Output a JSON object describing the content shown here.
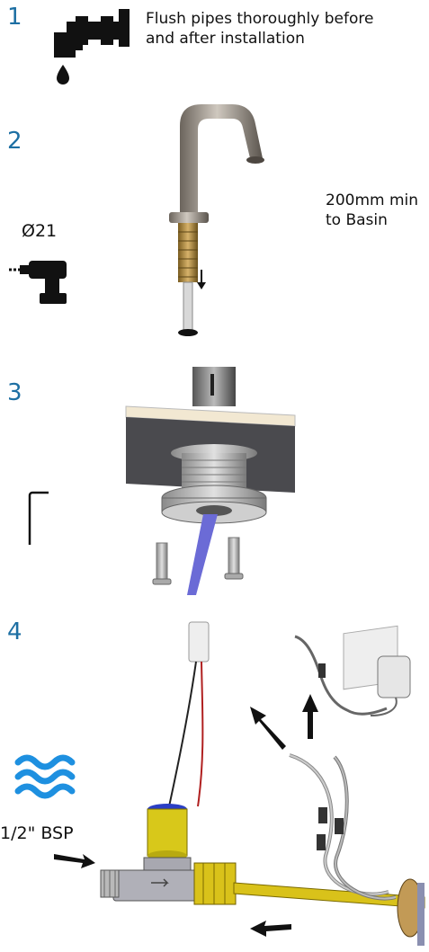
{
  "steps": [
    {
      "number": "1",
      "text_line1": "Flush pipes thoroughly before",
      "text_line2": "and after installation"
    },
    {
      "number": "2",
      "drill_size": "Ø21",
      "clearance_line1": "200mm min",
      "clearance_line2": "to Basin"
    },
    {
      "number": "3"
    },
    {
      "number": "4",
      "thread_label": "1/2\" BSP"
    }
  ],
  "colors": {
    "step_number": "#1d6fa3",
    "water_waves": "#1e90e0",
    "brass": "#d9c21a",
    "pipe_blue": "#6a6ad8"
  }
}
